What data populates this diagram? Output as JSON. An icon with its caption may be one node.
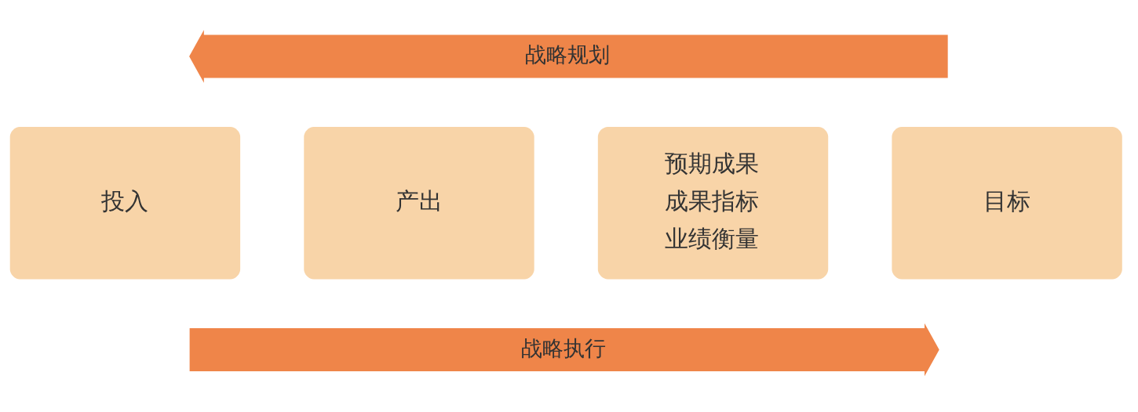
{
  "diagram": {
    "nodes": [
      {
        "text": [
          "战略规划"
        ]
      },
      {
        "text": [
          "投入"
        ]
      },
      {
        "text": [
          "产出"
        ]
      },
      {
        "text": [
          "预期成果",
          "成果指标",
          "业绩衡量"
        ]
      },
      {
        "text": [
          "目标"
        ]
      },
      {
        "text": [
          "战略执行"
        ]
      }
    ]
  }
}
